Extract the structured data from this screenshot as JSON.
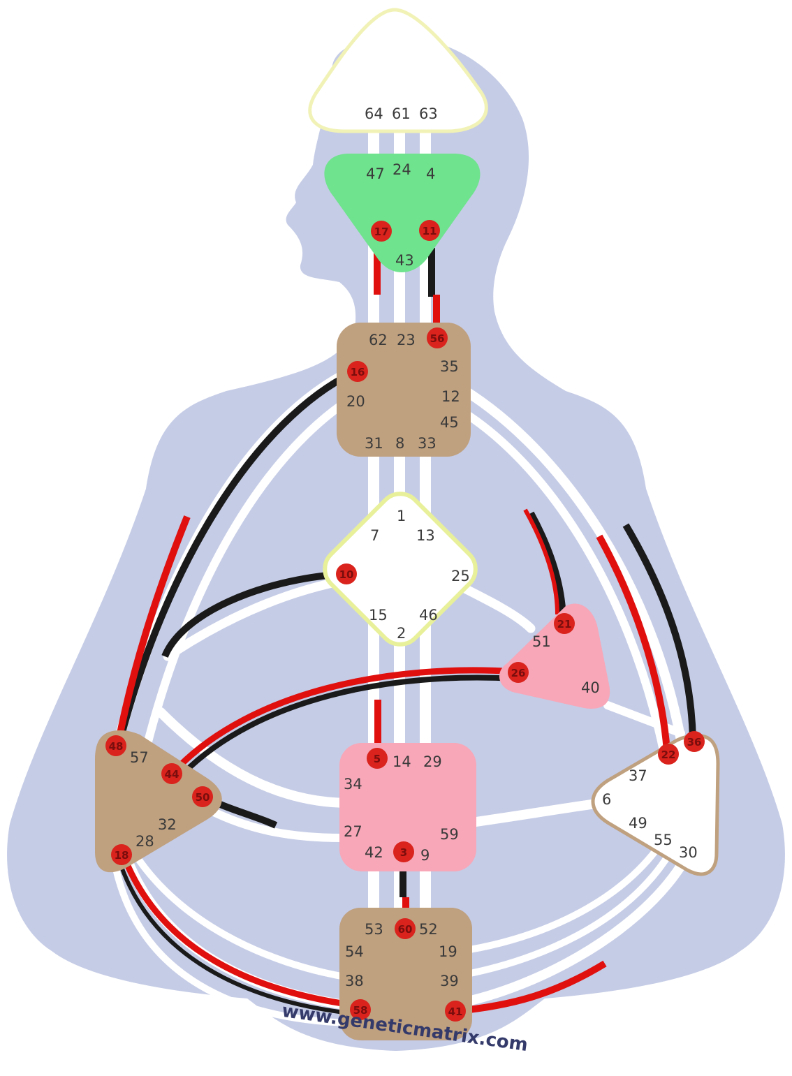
{
  "colors": {
    "background": "#ffffff",
    "body_silhouette": "#c5cce6",
    "channel_gap": "#ffffff",
    "defined_personality": "#1a1a1a",
    "defined_design": "#e0100f",
    "active_gate": "#d9231c",
    "head_center_stroke": "#f1f2b6",
    "ajna_fill": "#6fe38e",
    "motor_center_fill": "#bfa07f",
    "heart_sacral_fill": "#f7a7b8",
    "undefined_center_fill": "#ffffff"
  },
  "centers": [
    {
      "id": "head",
      "defined": false,
      "gates": [
        "64",
        "61",
        "63"
      ]
    },
    {
      "id": "ajna",
      "defined": true,
      "gates": [
        "47",
        "24",
        "4",
        "43"
      ],
      "active_gates": [
        "17",
        "11"
      ]
    },
    {
      "id": "throat",
      "defined": true,
      "gates": [
        "62",
        "23",
        "35",
        "20",
        "12",
        "45",
        "31",
        "8",
        "33"
      ],
      "active_gates": [
        "56",
        "16"
      ]
    },
    {
      "id": "g",
      "defined": false,
      "gates": [
        "1",
        "7",
        "13",
        "25",
        "15",
        "46",
        "2"
      ],
      "active_gates": [
        "10"
      ]
    },
    {
      "id": "heart",
      "defined": true,
      "gates": [
        "51",
        "40"
      ],
      "active_gates": [
        "21",
        "26"
      ]
    },
    {
      "id": "spleen",
      "defined": true,
      "gates": [
        "57",
        "32",
        "28"
      ],
      "active_gates": [
        "48",
        "44",
        "50",
        "18"
      ]
    },
    {
      "id": "sacral",
      "defined": true,
      "gates": [
        "14",
        "29",
        "34",
        "27",
        "59",
        "42",
        "9"
      ],
      "active_gates": [
        "5",
        "3"
      ]
    },
    {
      "id": "solar_plexus",
      "defined": false,
      "gates": [
        "37",
        "6",
        "49",
        "55",
        "30"
      ],
      "active_gates": [
        "22",
        "36"
      ]
    },
    {
      "id": "root",
      "defined": true,
      "gates": [
        "53",
        "52",
        "54",
        "19",
        "38",
        "39"
      ],
      "active_gates": [
        "60",
        "58",
        "41"
      ]
    }
  ],
  "watermark": "www.geneticmatrix.com"
}
